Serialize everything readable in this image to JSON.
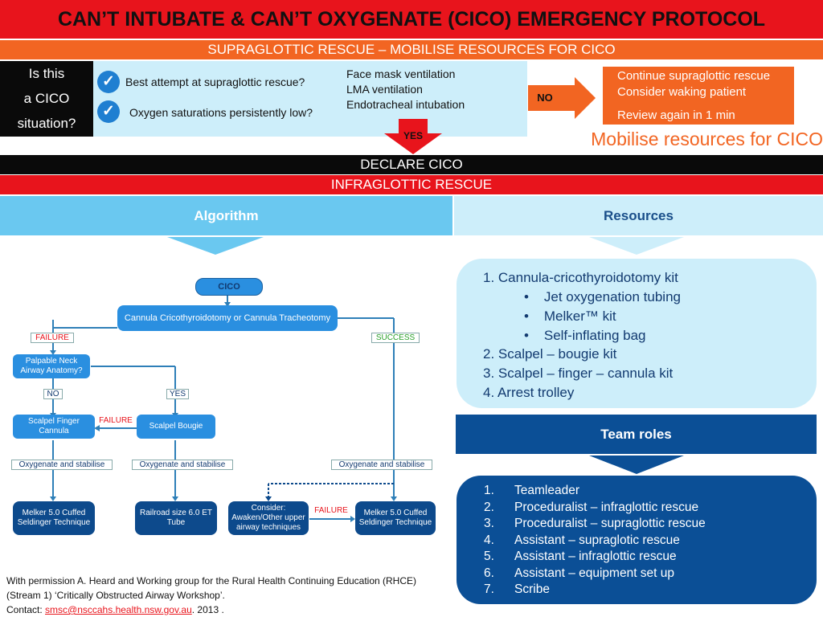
{
  "header": {
    "title": "CAN’T INTUBATE & CAN’T OXYGENATE (CICO) EMERGENCY PROTOCOL",
    "subtitle": "SUPRAGLOTTIC RESCUE – MOBILISE RESOURCES FOR CICO"
  },
  "question": {
    "line1": "Is this",
    "line2": "a CICO",
    "line3": "situation?",
    "check1": "Best attempt at supraglottic rescue?",
    "check2": "Oxygen saturations persistently low?",
    "options": [
      "Face mask ventilation",
      "LMA ventilation",
      "Endotracheal intubation"
    ],
    "no_label": "NO",
    "yes_label": "YES"
  },
  "no_box": {
    "line1": "Continue supraglottic rescue",
    "line2": "Consider waking patient",
    "line3": "Review again  in 1 min"
  },
  "mobilise": "Mobilise resources for CICO",
  "declare": "DECLARE CICO",
  "infraglottic": "INFRAGLOTTIC RESCUE",
  "algorithm": {
    "heading": "Algorithm",
    "cico": "CICO",
    "cannula": "Cannula Cricothyroidotomy or Cannula  Tracheotomy",
    "failure": "FAILURE",
    "success": "SUCCESS",
    "palpable": "Palpable Neck Airway Anatomy?",
    "no": "NO",
    "yes": "YES",
    "scalpel_finger": "Scalpel Finger Cannula",
    "scalpel_bougie": "Scalpel Bougie",
    "failure2": "FAILURE",
    "oxygenate1": "Oxygenate and stabilise",
    "oxygenate2": "Oxygenate and stabilise",
    "oxygenate3": "Oxygenate and stabilise",
    "melker1": "Melker 5.0 Cuffed Seldinger Technique",
    "railroad": "Railroad size 6.0 ET Tube",
    "consider": "Consider: Awaken/Other upper airway techniques",
    "failure3": "FAILURE",
    "melker2": "Melker  5.0 Cuffed Seldinger Technique"
  },
  "resources": {
    "heading": "Resources",
    "item1": "1. Cannula-cricothyroidotomy kit",
    "sub": [
      "Jet oxygenation tubing",
      "Melker™ kit",
      "Self-inflating bag"
    ],
    "item2": "2. Scalpel – bougie kit",
    "item3": "3. Scalpel – finger – cannula kit",
    "item4": "4. Arrest trolley"
  },
  "team": {
    "heading": "Team roles",
    "roles": [
      "Teamleader",
      "Proceduralist – infraglottic rescue",
      "Proceduralist – supraglottic rescue",
      "Assistant – supraglotic rescue",
      "Assistant – infraglottic rescue",
      "Assistant – equipment set up",
      "Scribe"
    ]
  },
  "credits": {
    "line1": "With permission A. Heard and Working group for the Rural Health Continuing Education (RHCE)",
    "line2": "(Stream 1) ‘Critically Obstructed Airway Workshop’.",
    "contact_label": "Contact: ",
    "email": "smsc@nsccahs.health.nsw.gov.au",
    "year": ". 2013 ."
  },
  "colors": {
    "red": "#e8141c",
    "orange": "#f26522",
    "light_blue": "#cdeefa",
    "sky_blue": "#6ac8f0",
    "navy": "#0b4f96",
    "node_blue": "#2a8fe0",
    "node_navy": "#0d4a8c"
  }
}
